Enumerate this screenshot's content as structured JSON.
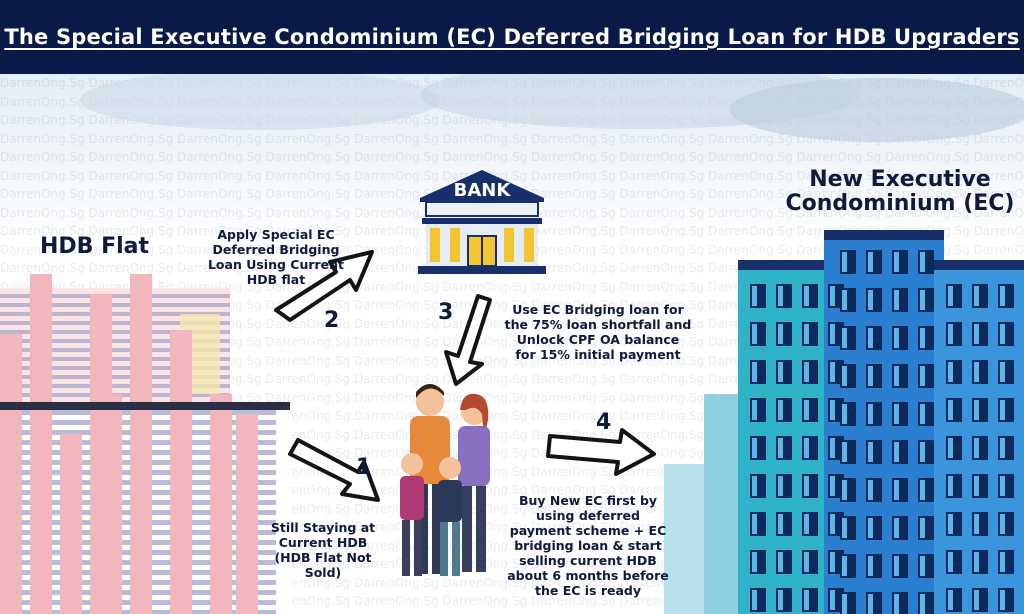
{
  "header": {
    "title": "The Special Executive Condominium (EC) Deferred Bridging Loan for HDB Upgraders"
  },
  "watermark": "DarrenOng.Sg",
  "labels": {
    "hdb_flat": "HDB Flat",
    "new_ec_line1": "New Executive",
    "new_ec_line2": "Condominium (EC)",
    "bank": "BANK"
  },
  "steps": [
    {
      "number": "1",
      "lines": [
        "Still Staying at",
        "Current HDB",
        "(HDB Flat Not",
        "Sold)"
      ]
    },
    {
      "number": "2",
      "lines": [
        "Apply Special EC",
        "Deferred Bridging",
        "Loan Using Current",
        "HDB flat"
      ]
    },
    {
      "number": "3",
      "lines": [
        "Use EC Bridging loan for",
        "the 75% loan shortfall and",
        "Unlock CPF OA balance",
        "for  15% initial payment"
      ]
    },
    {
      "number": "4",
      "lines": [
        "Buy New EC first by",
        "using deferred",
        "payment scheme + EC",
        "bridging loan & start",
        "selling current HDB",
        "about 6 months before",
        "the EC is ready"
      ]
    }
  ],
  "colors": {
    "header_bg": "#0a1a48",
    "hdb_pink": "#f2b6bd",
    "ec_teal": "#2fb3c9",
    "ec_blue": "#2a7fd0",
    "bank_navy": "#17306b",
    "bank_gold": "#f2c531"
  }
}
